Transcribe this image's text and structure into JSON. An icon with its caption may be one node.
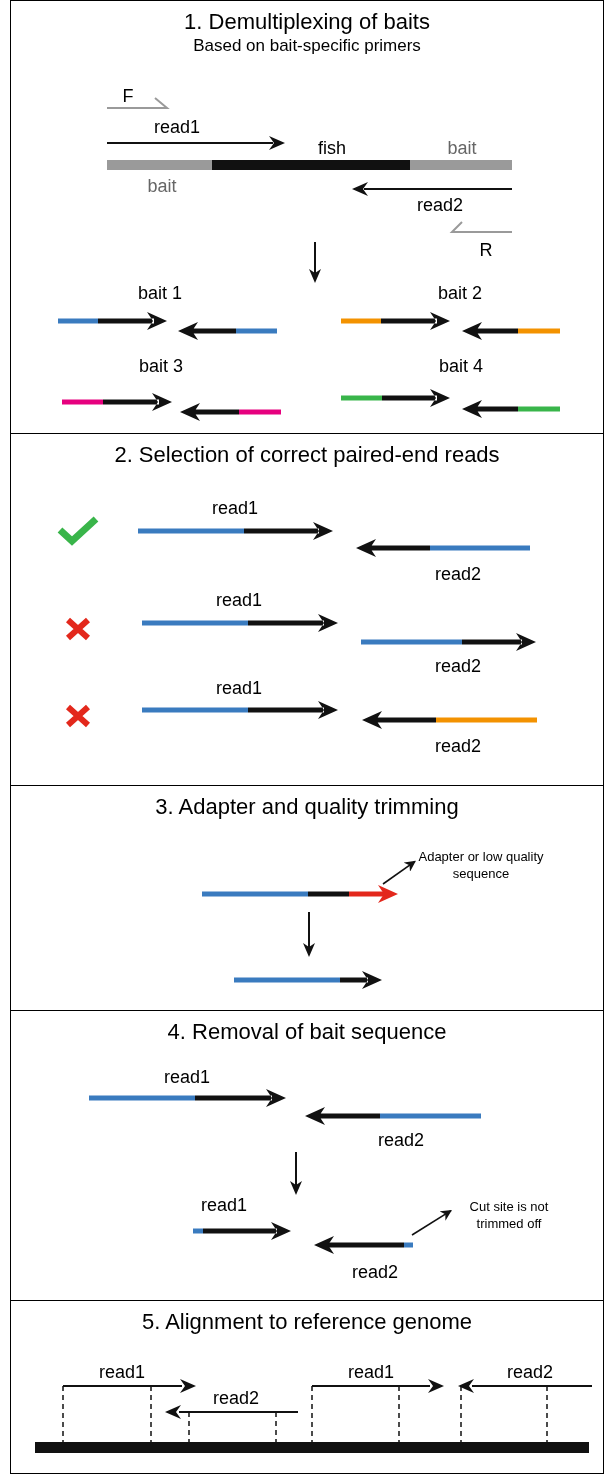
{
  "diagram": {
    "nodes": [
      {
        "text": [
          "1. Demultiplexing of baits",
          "Based on bait-specific primers"
        ]
      },
      {
        "text": [
          "2. Selection of correct paired-end reads"
        ]
      },
      {
        "text": [
          "3. Adapter and quality trimming"
        ]
      },
      {
        "text": [
          "Adapter or low quality sequence"
        ],
        "in": 2
      },
      {
        "text": [],
        "shape": "bar",
        "in": 2
      },
      {
        "text": [
          "4. Removal of bait sequence"
        ]
      },
      {
        "text": [
          "Cut site is not trimmed off"
        ],
        "in": 5
      },
      {
        "text": [],
        "shape": "bar",
        "in": 5
      },
      {
        "text": [
          "5. Alignment to reference genome"
        ]
      }
    ],
    "edges": [
      {
        "from": 4,
        "to": 3,
        "arrow": "to"
      },
      {
        "from": 7,
        "to": 6,
        "arrow": "to"
      }
    ],
    "labels": [
      "F",
      "read1",
      "fish",
      "bait",
      "bait",
      "read2",
      "R",
      "bait 1",
      "bait 2",
      "bait 3",
      "bait 4",
      "read1",
      "read2",
      "read1",
      "read2",
      "read1",
      "read2",
      "read1",
      "read2",
      "read1",
      "read2",
      "read1",
      "read1",
      "read2",
      "read2"
    ]
  }
}
